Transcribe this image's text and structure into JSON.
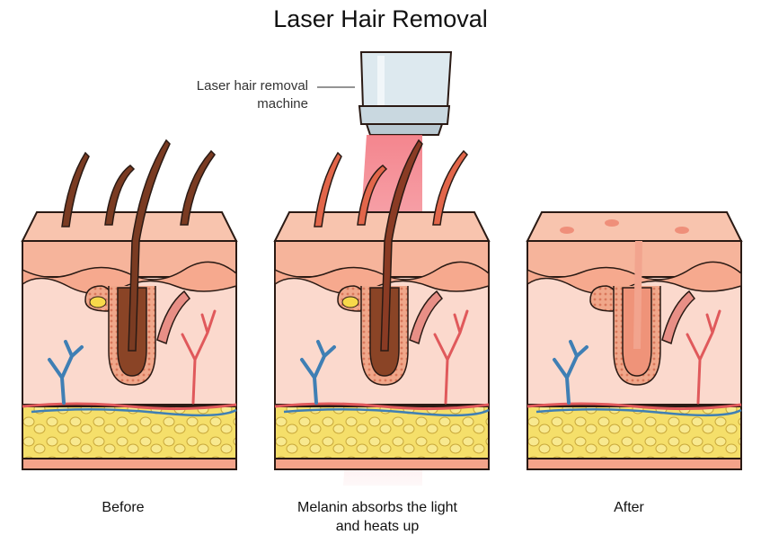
{
  "title": "Laser Hair Removal",
  "machine_label": {
    "line1": "Laser hair removal",
    "line2": "machine"
  },
  "panels": [
    {
      "id": "before",
      "caption_line1": "Before",
      "caption_line2": ""
    },
    {
      "id": "during",
      "caption_line1": "Melanin absorbs the light",
      "caption_line2": "and heats up"
    },
    {
      "id": "after",
      "caption_line1": "After",
      "caption_line2": ""
    }
  ],
  "colors": {
    "epidermis_top": "#f6b49b",
    "dermis": "#fbd9cd",
    "dermis_band": "#f6a98e",
    "fat": "#f5df6a",
    "hair_before": "#7a3b22",
    "hair_during": "#e2664a",
    "follicle_before": "#8a4426",
    "follicle_after": "#ef9379",
    "laser_beam": "#f2707a",
    "vein": "#3f7fb4",
    "artery": "#e0595b",
    "device_body": "#dde9ef",
    "outline": "#2a1a14"
  }
}
